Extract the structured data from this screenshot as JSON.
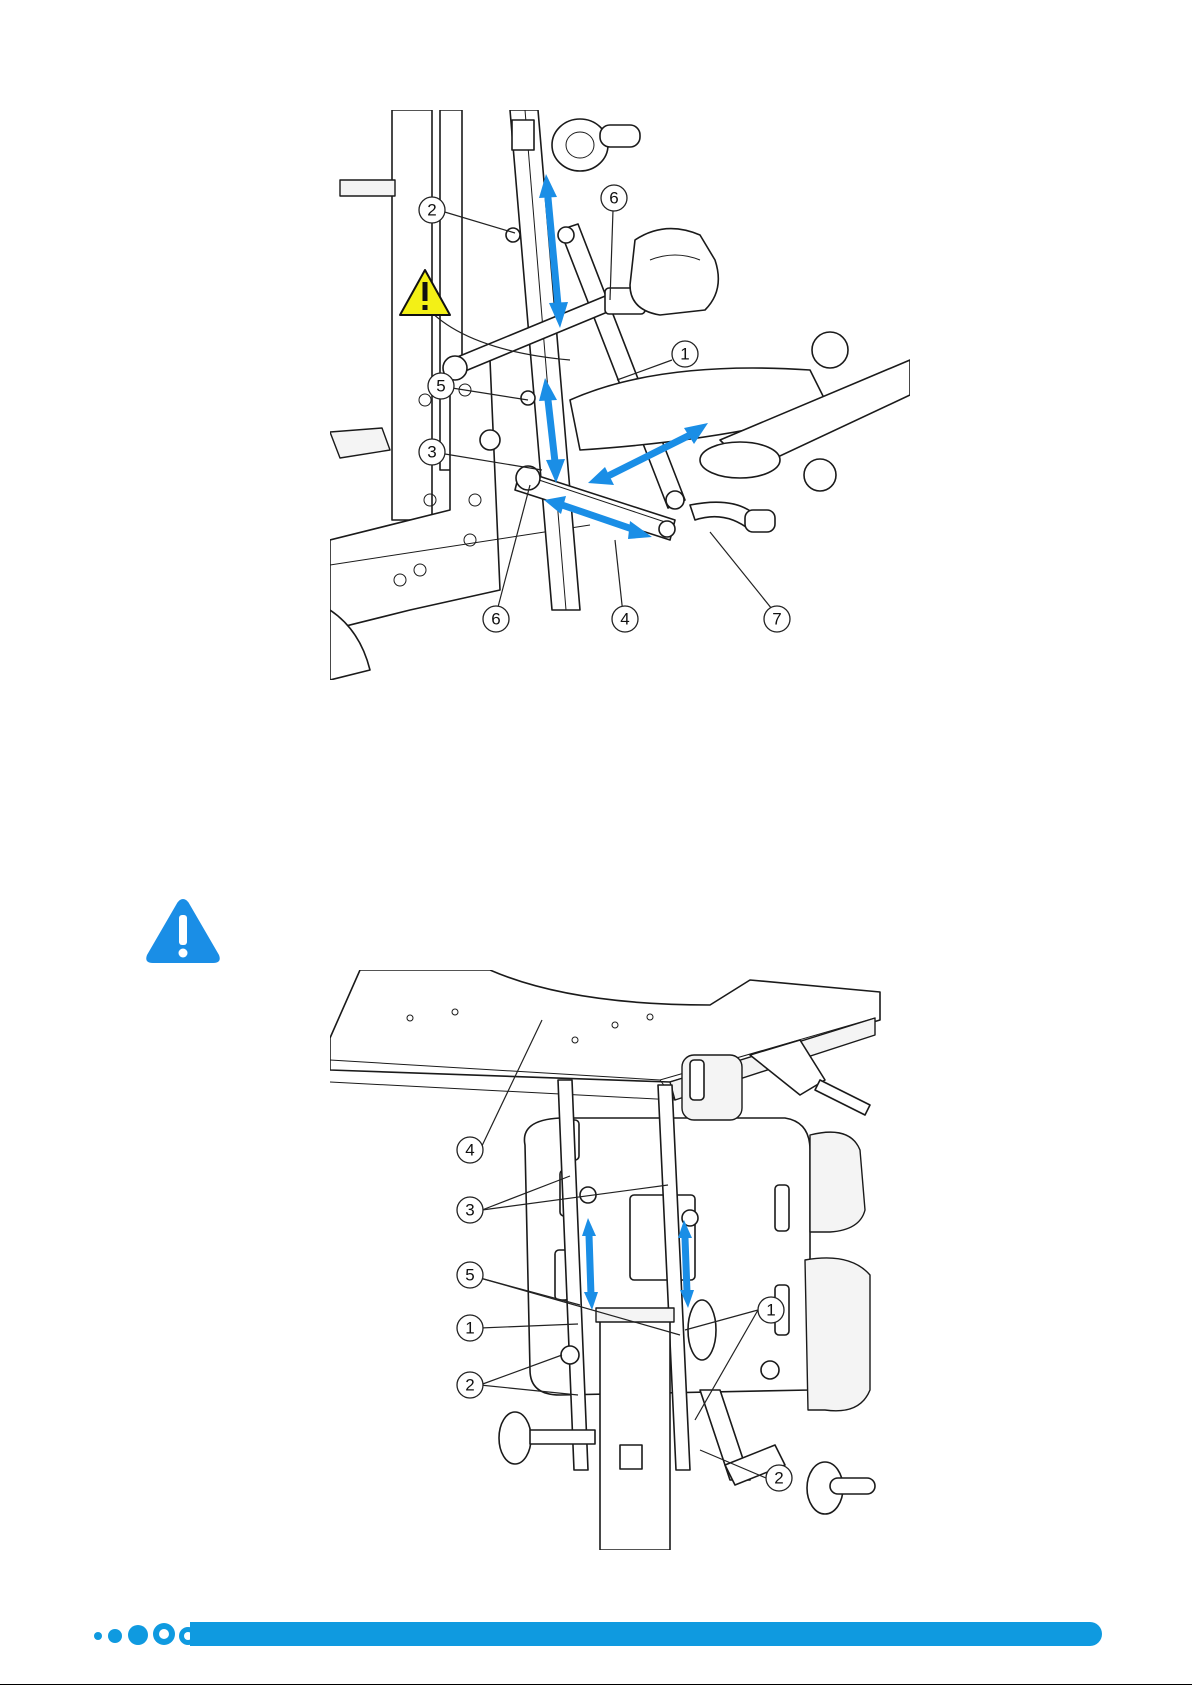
{
  "figure1": {
    "callouts": [
      "1",
      "2",
      "3",
      "4",
      "5",
      "6",
      "6",
      "7"
    ],
    "warning_icon": "warning-triangle-icon"
  },
  "figure2": {
    "callouts": [
      "4",
      "3",
      "5",
      "1",
      "2",
      "1",
      "2"
    ]
  },
  "caution_icon": "caution-triangle-icon",
  "colors": {
    "arrow": "#1a8ee6",
    "warning_yellow": "#f3f016",
    "caution_blue": "#1a8ee6",
    "footer": "#0f9ae0"
  }
}
